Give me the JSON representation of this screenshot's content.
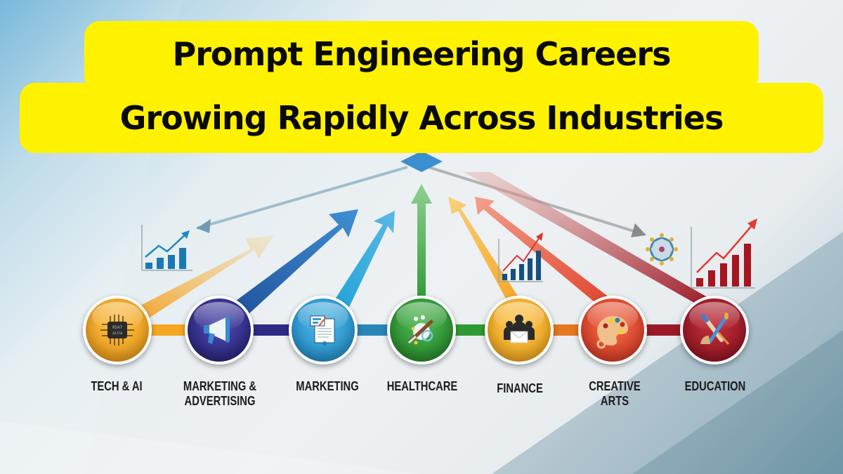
{
  "title": {
    "line1": "Prompt Engineering Careers",
    "line2": "Growing Rapidly Across Industries",
    "background_color": "#fff200",
    "text_color": "#0a0a0a"
  },
  "diagram": {
    "hub_icon": "diamond-icon",
    "hub_color": "#3a8fd0",
    "nodes": [
      {
        "label": "TECH & AI",
        "icon": "chip-icon",
        "color": "#f5a623"
      },
      {
        "label": "MARKETING &",
        "label2": "ADVERTISING",
        "icon": "megaphone-icon",
        "color": "#2e2a86"
      },
      {
        "label": "MARKETING",
        "icon": "document-icon",
        "color": "#2a9bd3"
      },
      {
        "label": "HEALTHCARE",
        "icon": "medical-tools-icon",
        "color": "#2f9a35"
      },
      {
        "label": "FINANCE",
        "icon": "people-envelope-icon",
        "color": "#f5b01e"
      },
      {
        "label": "CREATIVE",
        "label2": "ARTS",
        "icon": "palette-icon",
        "color": "#e0412a"
      },
      {
        "label": "EDUCATION",
        "icon": "pencil-brush-icon",
        "color": "#a01826"
      }
    ],
    "decorations": [
      {
        "name": "blue-growth-chart-icon",
        "bars": 4
      },
      {
        "name": "blue-growth-chart-small-icon",
        "bars": 5
      },
      {
        "name": "network-icon"
      },
      {
        "name": "red-growth-chart-icon",
        "bars": 5
      }
    ]
  }
}
